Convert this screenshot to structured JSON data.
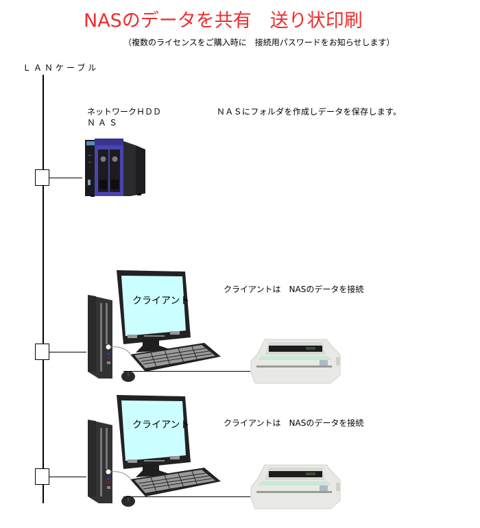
{
  "header": {
    "title": "NASのデータを共有　送り状印刷",
    "subtitle": "（複数のライセンスをご購入時に　接続用パスワードをお知らせします）"
  },
  "network": {
    "cable_label": "ＬＡＮケーブル"
  },
  "nas": {
    "label_line1": "ネットワークＨＤＤ",
    "label_line2": "ＮＡＳ",
    "description": "ＮＡＳにフォルダを作成しデータを保存します。",
    "icon": "nas-device-icon"
  },
  "clients": [
    {
      "screen_label": "クライアント",
      "description": "クライアントは　NASのデータを接続",
      "computer_icon": "desktop-computer-icon",
      "printer_icon": "dot-matrix-printer-icon"
    },
    {
      "screen_label": "クライアント",
      "description": "クライアントは　NASのデータを接続",
      "computer_icon": "desktop-computer-icon",
      "printer_icon": "dot-matrix-printer-icon"
    }
  ],
  "colors": {
    "title": "#ee2d2d",
    "screen": "#ccffff",
    "nas_accent": "#5048b8",
    "device_dark": "#3a3a3a"
  }
}
